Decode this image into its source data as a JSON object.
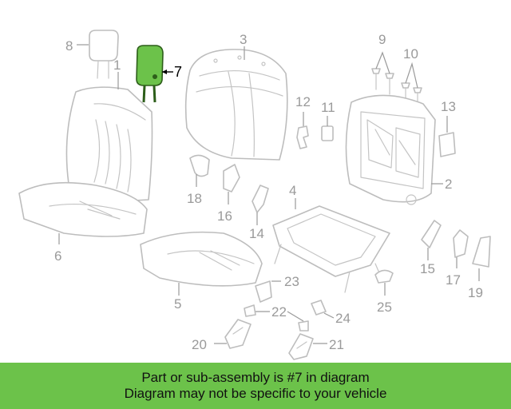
{
  "diagram": {
    "highlight_color": "#6cc24a",
    "highlighted_part": "7",
    "callouts": [
      "1",
      "2",
      "3",
      "4",
      "5",
      "6",
      "7",
      "8",
      "9",
      "10",
      "11",
      "12",
      "13",
      "14",
      "15",
      "16",
      "17",
      "18",
      "19",
      "20",
      "21",
      "22",
      "23",
      "24",
      "25"
    ]
  },
  "banner": {
    "line1": "Part or sub-assembly is #7 in diagram",
    "line2": "Diagram may not be specific to your vehicle",
    "background": "#6cc24a"
  }
}
